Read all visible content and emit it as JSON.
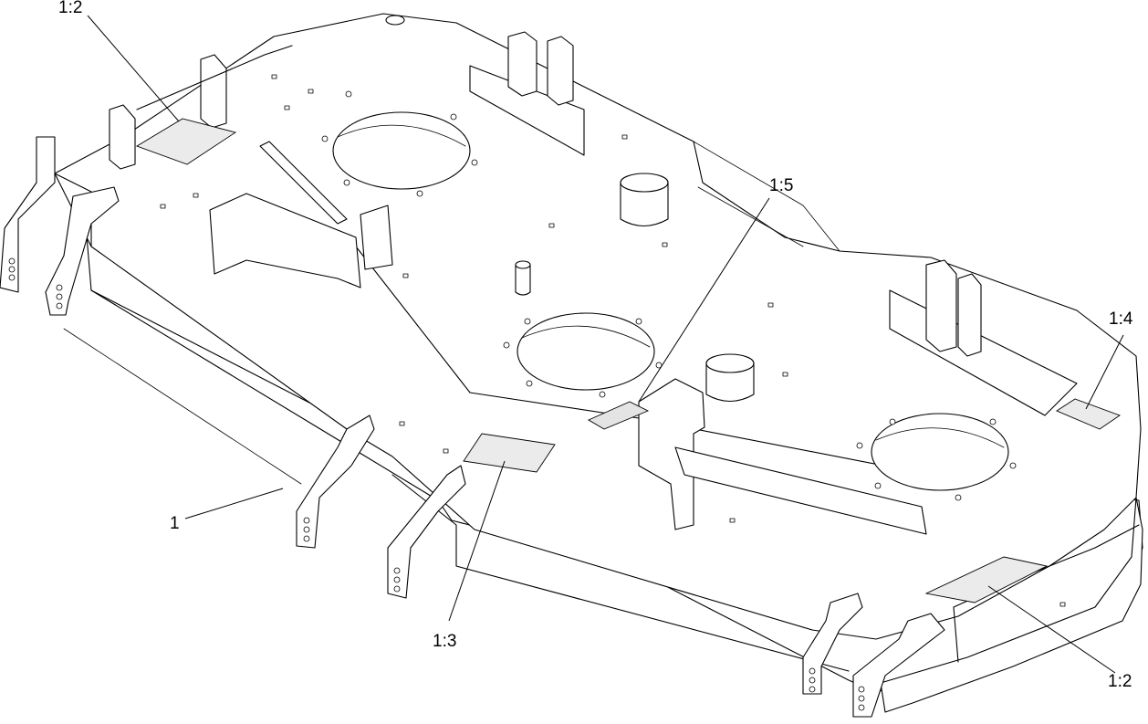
{
  "callouts": [
    {
      "id": "top-left",
      "text": "1:2"
    },
    {
      "id": "upper-middle",
      "text": "1:5"
    },
    {
      "id": "right",
      "text": "1:4"
    },
    {
      "id": "left",
      "text": "1"
    },
    {
      "id": "bottom-middle",
      "text": "1:3"
    },
    {
      "id": "bottom-right",
      "text": "1:2"
    }
  ]
}
